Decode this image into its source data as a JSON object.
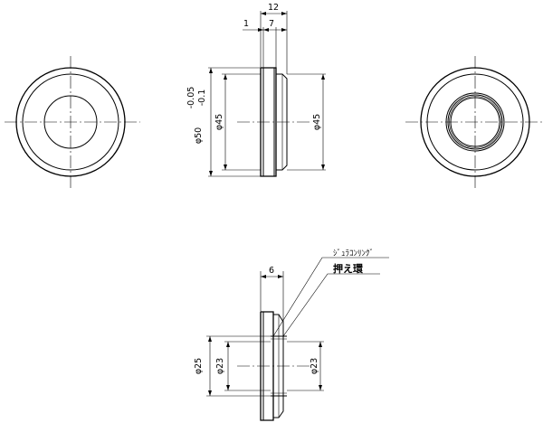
{
  "dimensions": {
    "top_overall_width": "12",
    "top_step": "1",
    "top_body": "7",
    "top_outer_dia": "φ50",
    "top_tol_upper": "-0.05",
    "top_tol_lower": "-0.1",
    "top_inner_left": "φ45",
    "top_inner_right": "φ45",
    "bottom_width": "6",
    "bottom_outer_dia": "φ25",
    "bottom_inner_left": "φ23",
    "bottom_inner_right": "φ23"
  },
  "labels": {
    "ring_name": "ｼﾞｭﾗｺﾝﾘﾝｸﾞ",
    "retainer_name": "押え環"
  }
}
